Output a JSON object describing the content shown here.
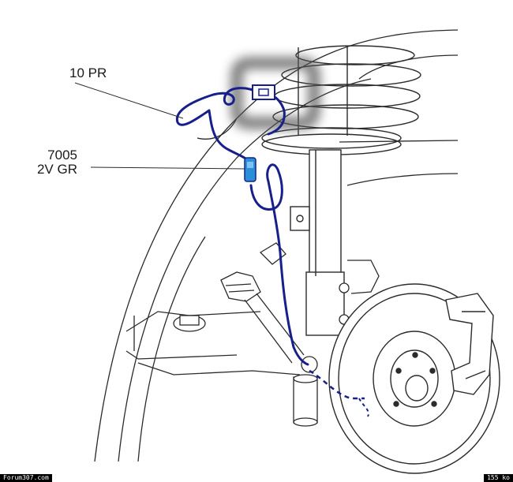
{
  "callouts": {
    "connector_label": "10 PR",
    "sensor_part": "7005",
    "sensor_spec": "2V GR"
  },
  "footer": {
    "site": "Forum307.com",
    "size": "155 ko"
  },
  "colors": {
    "harness": "#17208a",
    "connector": "#2a8fd6",
    "outline": "#2b2b2b",
    "highlight_shadow": "#555555"
  }
}
